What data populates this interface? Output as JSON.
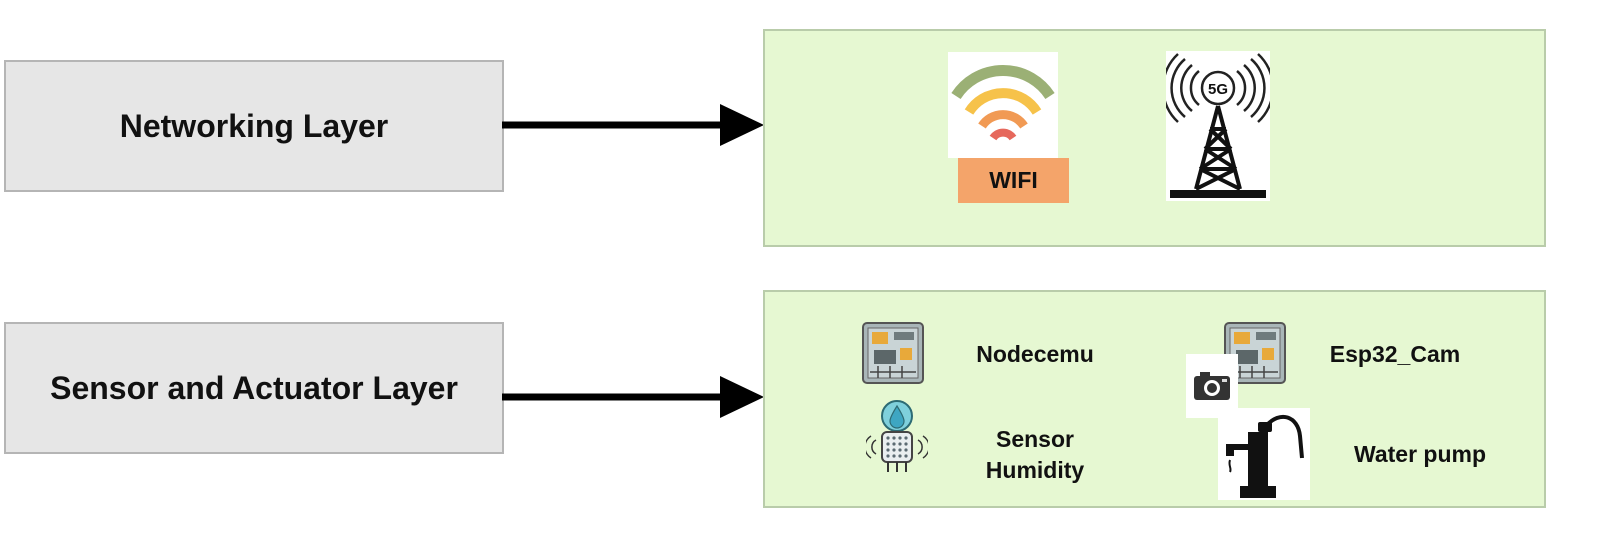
{
  "layers": {
    "networking": {
      "title": "Networking Layer"
    },
    "sensor": {
      "title": "Sensor and Actuator Layer"
    }
  },
  "network_items": {
    "wifi_label": "WIFI",
    "tower_text": "5G"
  },
  "sensor_items": {
    "nodemcu": "Nodecemu",
    "esp32": "Esp32_Cam",
    "humidity_line1": "Sensor",
    "humidity_line2": "Humidity",
    "pump": "Water pump"
  },
  "colors": {
    "layer_fill": "#e6e6e6",
    "panel_fill": "#e6f8d2",
    "wifi_label_bg": "#f4a46a"
  }
}
